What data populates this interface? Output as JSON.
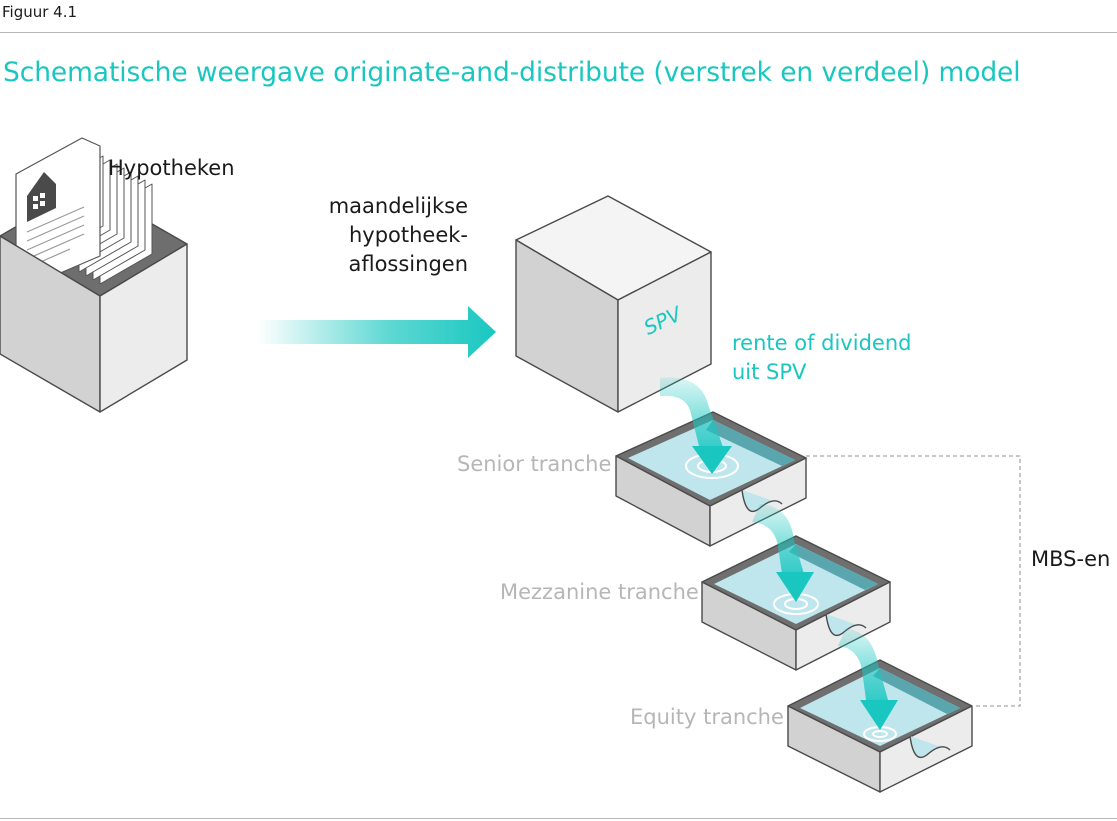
{
  "figure_label": "Figuur 4.1",
  "title": "Schematische weergave originate-and-distribute (verstrek en verdeel) model",
  "labels": {
    "hypotheken": "Hypotheken",
    "flow_line1": "maandelijkse",
    "flow_line2": "hypotheek-",
    "flow_line3": "aflossingen",
    "spv": "SPV",
    "payout_line1": "rente of dividend",
    "payout_line2": "uit SPV",
    "senior": "Senior tranche",
    "mezzanine": "Mezzanine tranche",
    "equity": "Equity tranche",
    "mbs": "MBS-en"
  },
  "colors": {
    "accent": "#19c7c0",
    "water": "#bfe6ec",
    "water_dark": "#5aa6ae",
    "box_line": "#4a4a4a",
    "muted_text": "#b6b6b6"
  }
}
